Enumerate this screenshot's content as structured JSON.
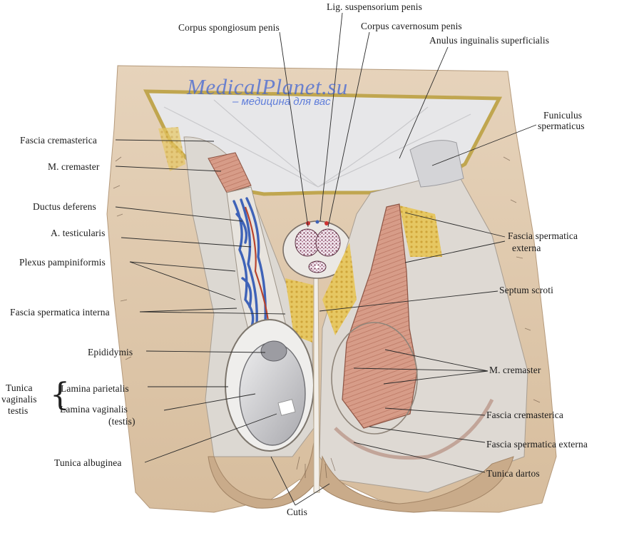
{
  "watermark": {
    "site": "MedicalPlanet.su",
    "tagline": "– медицина для вас"
  },
  "labels": {
    "lig_suspensorium": "Lig. suspensorium penis",
    "corpus_spongiosum": "Corpus spongiosum penis",
    "corpus_cavernosum": "Corpus cavernosum penis",
    "anulus_inguinalis": "Anulus inguinalis superficialis",
    "funiculus_1": "Funiculus",
    "funiculus_2": "spermaticus",
    "fascia_cremasterica_left": "Fascia cremasterica",
    "m_cremaster_left": "M. cremaster",
    "ductus_deferens": "Ductus deferens",
    "a_testicularis": "A. testicularis",
    "plexus_pampiniformis": "Plexus pampiniformis",
    "fascia_spermatica_interna": "Fascia spermatica interna",
    "epididymis": "Epididymis",
    "tunica_vaginalis_1": "Tunica",
    "tunica_vaginalis_2": "vaginalis",
    "tunica_vaginalis_3": "testis",
    "lamina_parietalis": "Lamina parietalis",
    "lamina_vaginalis": "Lamina vaginalis",
    "lamina_vaginalis_testis": "(testis)",
    "tunica_albuginea": "Tunica albuginea",
    "fascia_spermatica_externa_upper_1": "Fascia spermatica",
    "fascia_spermatica_externa_upper_2": "externa",
    "septum_scroti": "Septum scroti",
    "m_cremaster_right": "M. cremaster",
    "fascia_cremasterica_right": "Fascia cremasterica",
    "fascia_spermatica_externa_lower": "Fascia spermatica externa",
    "tunica_dartos": "Tunica dartos",
    "cutis": "Cutis"
  },
  "colors": {
    "skin": "#e0c9ad",
    "fat": "#e3c35a",
    "fascia": "#d9d9dc",
    "muscle": "#c98a78",
    "vein": "#3f63b8",
    "artery": "#b8442e",
    "testis": "#c9c9cc",
    "leader": "#2a2a2a",
    "watermark": "#3a60d6"
  }
}
